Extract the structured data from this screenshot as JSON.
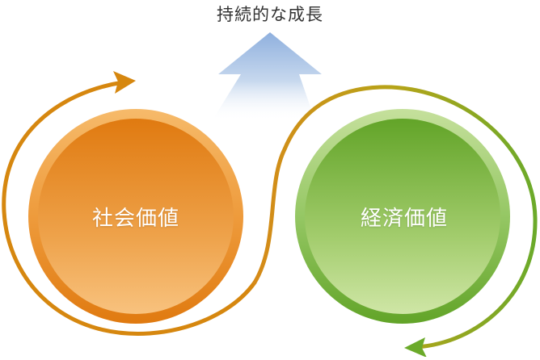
{
  "title": "持続的な成長",
  "nodes": [
    {
      "label": "社会価値",
      "color": "#E07A10"
    },
    {
      "label": "経済価値",
      "color": "#6AAA2C"
    }
  ],
  "colors": {
    "orange_dark": "#E07A10",
    "orange_light": "#F5C27A",
    "green_dark": "#6AAA2C",
    "green_light": "#C9E2A0",
    "arrow_blue": "#9DB9E0"
  },
  "icons": [
    "up-arrow",
    "curved-arrow-left",
    "s-curve-arrow"
  ]
}
